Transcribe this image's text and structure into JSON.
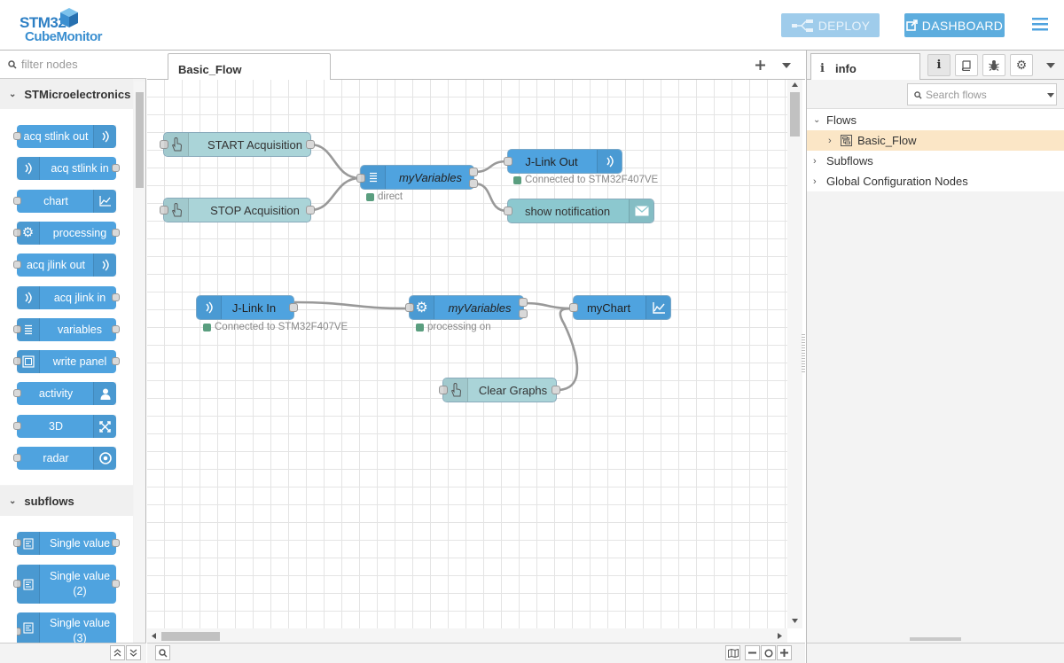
{
  "header": {
    "logo_line1": "STM32",
    "logo_line2": "CubeMonitor",
    "deploy_label": "DEPLOY",
    "dashboard_label": "DASHBOARD",
    "accent": "#4fa3df"
  },
  "palette": {
    "filter_placeholder": "filter nodes",
    "category1": "STMicroelectronics",
    "category2": "subflows",
    "nodes": [
      {
        "label": "acq stlink out",
        "icon": "wireless-icon"
      },
      {
        "label": "acq stlink in",
        "icon": "wireless-icon"
      },
      {
        "label": "chart",
        "icon": "chart-icon"
      },
      {
        "label": "processing",
        "icon": "gear-icon"
      },
      {
        "label": "acq jlink out",
        "icon": "wireless-icon"
      },
      {
        "label": "acq jlink in",
        "icon": "wireless-icon"
      },
      {
        "label": "variables",
        "icon": "list-icon"
      },
      {
        "label": "write panel",
        "icon": "panel-icon"
      },
      {
        "label": "activity",
        "icon": "user-icon"
      },
      {
        "label": "3D",
        "icon": "expand-icon"
      },
      {
        "label": "radar",
        "icon": "target-icon"
      }
    ],
    "subflows": [
      {
        "label": "Single value"
      },
      {
        "label": "Single value\n(2)"
      },
      {
        "label": "Single value\n(3)"
      }
    ]
  },
  "workspace": {
    "tab_label": "Basic_Flow",
    "flow_nodes": {
      "start": "START Acquisition",
      "stop": "STOP Acquisition",
      "myvars1": "myVariables",
      "myvars1_status": "direct",
      "jlink_out": "J-Link Out",
      "jlink_out_status": "Connected to STM32F407VE",
      "notification": "show notification",
      "jlink_in": "J-Link In",
      "jlink_in_status": "Connected to STM32F407VE",
      "myvars2": "myVariables",
      "myvars2_status": "processing on",
      "mychart": "myChart",
      "clear": "Clear Graphs"
    }
  },
  "sidebar": {
    "tab_label": "info",
    "search_placeholder": "Search flows",
    "tree": {
      "flows": "Flows",
      "basic_flow": "Basic_Flow",
      "subflows": "Subflows",
      "global_config": "Global Configuration Nodes"
    }
  }
}
